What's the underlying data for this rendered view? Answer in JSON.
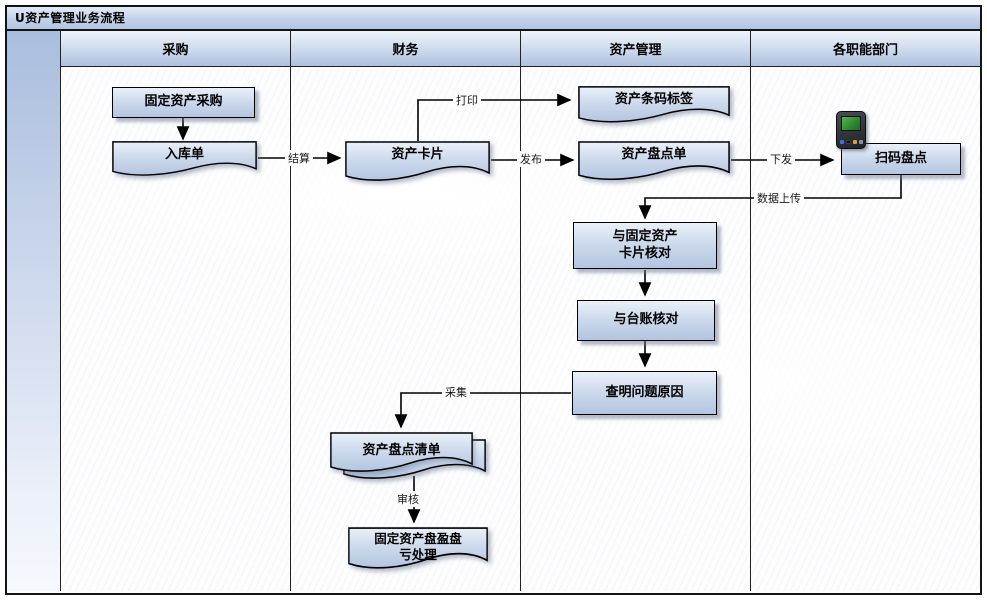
{
  "title": "U资产管理业务流程",
  "lanes": [
    {
      "label": "采购"
    },
    {
      "label": "财务"
    },
    {
      "label": "资产管理"
    },
    {
      "label": "各职能部门"
    }
  ],
  "nodes": {
    "fixed_asset_purchase": {
      "label": "固定资产采购",
      "type": "process",
      "lane": "采购"
    },
    "warehouse_receipt": {
      "label": "入库单",
      "type": "document",
      "lane": "采购"
    },
    "asset_card": {
      "label": "资产卡片",
      "type": "document",
      "lane": "财务"
    },
    "asset_barcode_label": {
      "label": "资产条码标签",
      "type": "document",
      "lane": "资产管理"
    },
    "asset_count_sheet": {
      "label": "资产盘点单",
      "type": "document",
      "lane": "资产管理"
    },
    "scan_count": {
      "label": "扫码盘点",
      "type": "process",
      "lane": "各职能部门"
    },
    "check_asset_card": {
      "label": "与固定资产卡片核对",
      "type": "process",
      "lane": "资产管理"
    },
    "check_ledger": {
      "label": "与台账核对",
      "type": "process",
      "lane": "资产管理"
    },
    "identify_cause": {
      "label": "查明问题原因",
      "type": "process",
      "lane": "资产管理"
    },
    "count_list": {
      "label": "资产盘点清单",
      "type": "multi-document",
      "lane": "财务"
    },
    "surplus_deficit": {
      "label": "固定资产盘盈盘亏处理",
      "type": "document",
      "lane": "财务"
    }
  },
  "edges": {
    "settle": "结算",
    "print": "打印",
    "publish": "发布",
    "dispatch": "下发",
    "data_upload": "数据上传",
    "collect": "采集",
    "review": "审核"
  },
  "icons": {
    "pda": "pda-scanner-icon"
  },
  "colors": {
    "shape_fill_top": "#eaf0f9",
    "shape_fill_mid": "#ccd9ec",
    "shape_fill_bottom": "#b3c5e1",
    "header_fill_top": "#eef3fa",
    "header_fill_bottom": "#adc0df",
    "border": "#000000",
    "pda_screen_green": "#2e8b2e"
  }
}
